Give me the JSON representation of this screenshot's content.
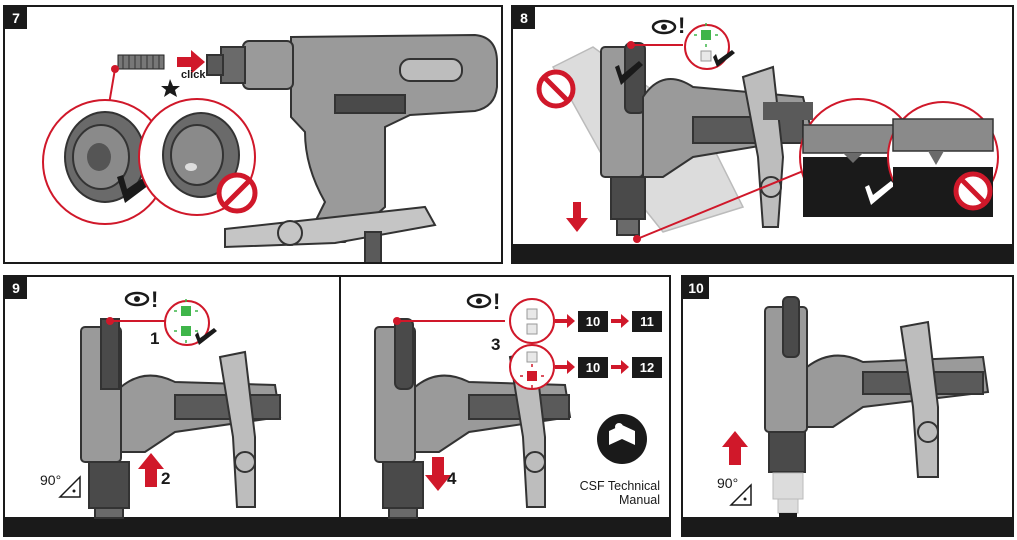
{
  "steps": {
    "step7": {
      "number": "7",
      "click_label": "click"
    },
    "step8": {
      "number": "8",
      "eye_alert": "!"
    },
    "step9": {
      "number": "9",
      "sub1": "1",
      "sub2": "2",
      "sub3": "3",
      "sub4": "4",
      "angle": "90°",
      "eye_alert": "!",
      "ok_ref": [
        "10",
        "11"
      ],
      "fail_ref": [
        "10",
        "12"
      ],
      "manual_label": "CSF Technical Manual"
    },
    "step10": {
      "number": "10",
      "angle": "90°"
    }
  },
  "colors": {
    "accent_red": "#d0182a",
    "led_green": "#3fb54a",
    "tool_grey": "#8a8a8a",
    "tool_dark": "#4a4a4a",
    "black": "#1a1a1a"
  },
  "icons": [
    "eye-icon",
    "checkmark-icon",
    "prohibited-icon",
    "arrow-right-icon",
    "arrow-down-icon",
    "arrow-up-icon",
    "manual-reader-icon",
    "led-icon"
  ]
}
